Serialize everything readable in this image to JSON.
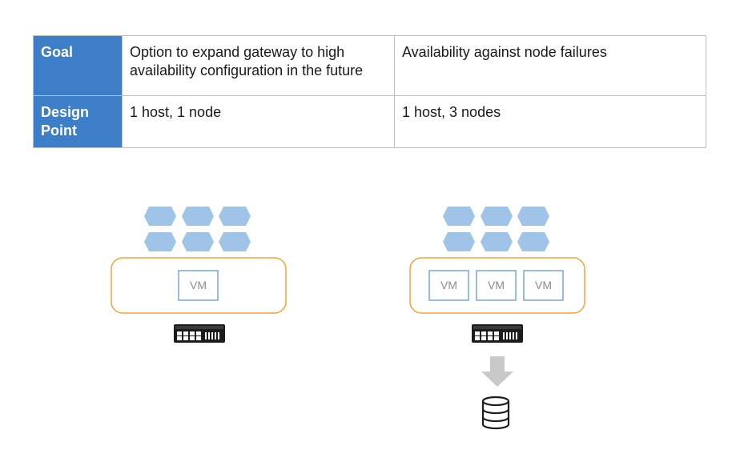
{
  "table": {
    "rows": [
      {
        "header": "Goal",
        "cells": [
          "Option to expand gateway to high availability configuration in the future",
          "Availability against node failures"
        ]
      },
      {
        "header": "Design Point",
        "cells": [
          "1 host, 1 node",
          "1 host, 3 nodes"
        ]
      }
    ]
  },
  "diagram": {
    "left": {
      "vm_labels": [
        "VM"
      ]
    },
    "right": {
      "vm_labels": [
        "VM",
        "VM",
        "VM"
      ]
    }
  },
  "colors": {
    "header_bg": "#3c7fc8",
    "hexagon": "#9fc4e8",
    "host_border": "#f2a43a",
    "vm_border": "#5b8fc7",
    "arrow": "#c9c9c9"
  },
  "icons": [
    "hexagon-icon",
    "network-switch-icon",
    "down-arrow-icon",
    "database-icon"
  ]
}
